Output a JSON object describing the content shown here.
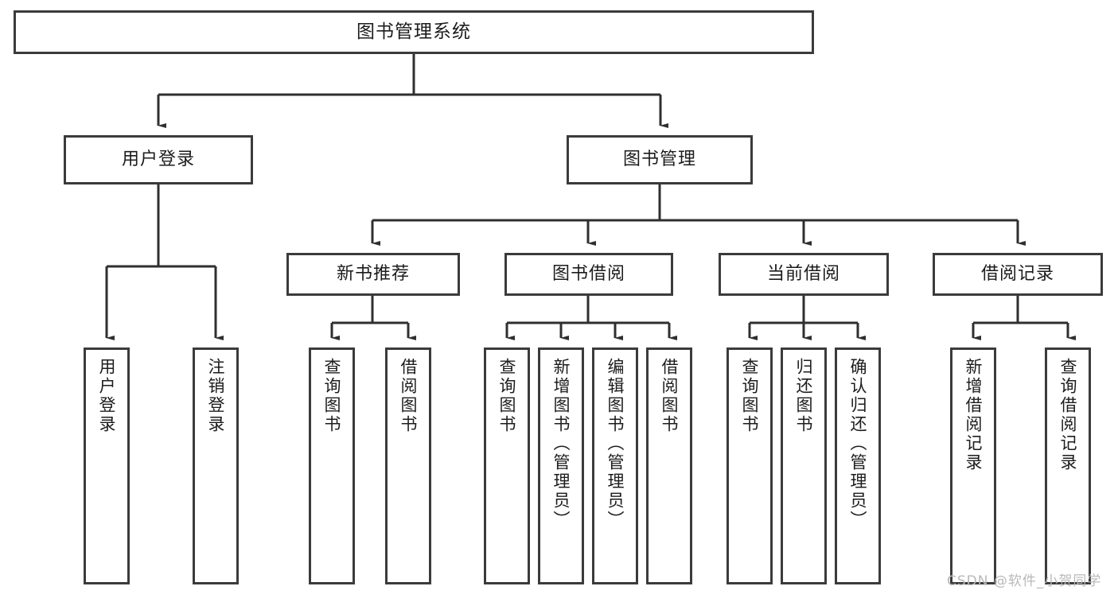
{
  "diagram": {
    "title": "图书管理系统",
    "type": "tree-hierarchy",
    "orientation": "top-down",
    "stroke_color": "#3b3b3b",
    "fill_color": "#ffffff",
    "text_color": "#1c1c1c"
  },
  "nodes": {
    "root": {
      "label": "图书管理系统"
    },
    "level1": [
      {
        "label": "用户登录"
      },
      {
        "label": "图书管理"
      }
    ],
    "level2": [
      {
        "label": "新书推荐"
      },
      {
        "label": "图书借阅"
      },
      {
        "label": "当前借阅"
      },
      {
        "label": "借阅记录"
      }
    ],
    "leaves": {
      "user_login": [
        {
          "label": "用户登录"
        },
        {
          "label": "注销登录"
        }
      ],
      "new_book_recommend": [
        {
          "label": "查询图书"
        },
        {
          "label": "借阅图书"
        }
      ],
      "book_borrow": [
        {
          "label": "查询图书"
        },
        {
          "label": "新增图书（管理员）"
        },
        {
          "label": "编辑图书（管理员）"
        },
        {
          "label": "借阅图书"
        }
      ],
      "current_borrow": [
        {
          "label": "查询图书"
        },
        {
          "label": "归还图书"
        },
        {
          "label": "确认归还（管理员）"
        }
      ],
      "borrow_record": [
        {
          "label": "新增借阅记录"
        },
        {
          "label": "查询借阅记录"
        }
      ]
    }
  },
  "watermark": {
    "text": "CSDN @软件_小贺同学"
  }
}
